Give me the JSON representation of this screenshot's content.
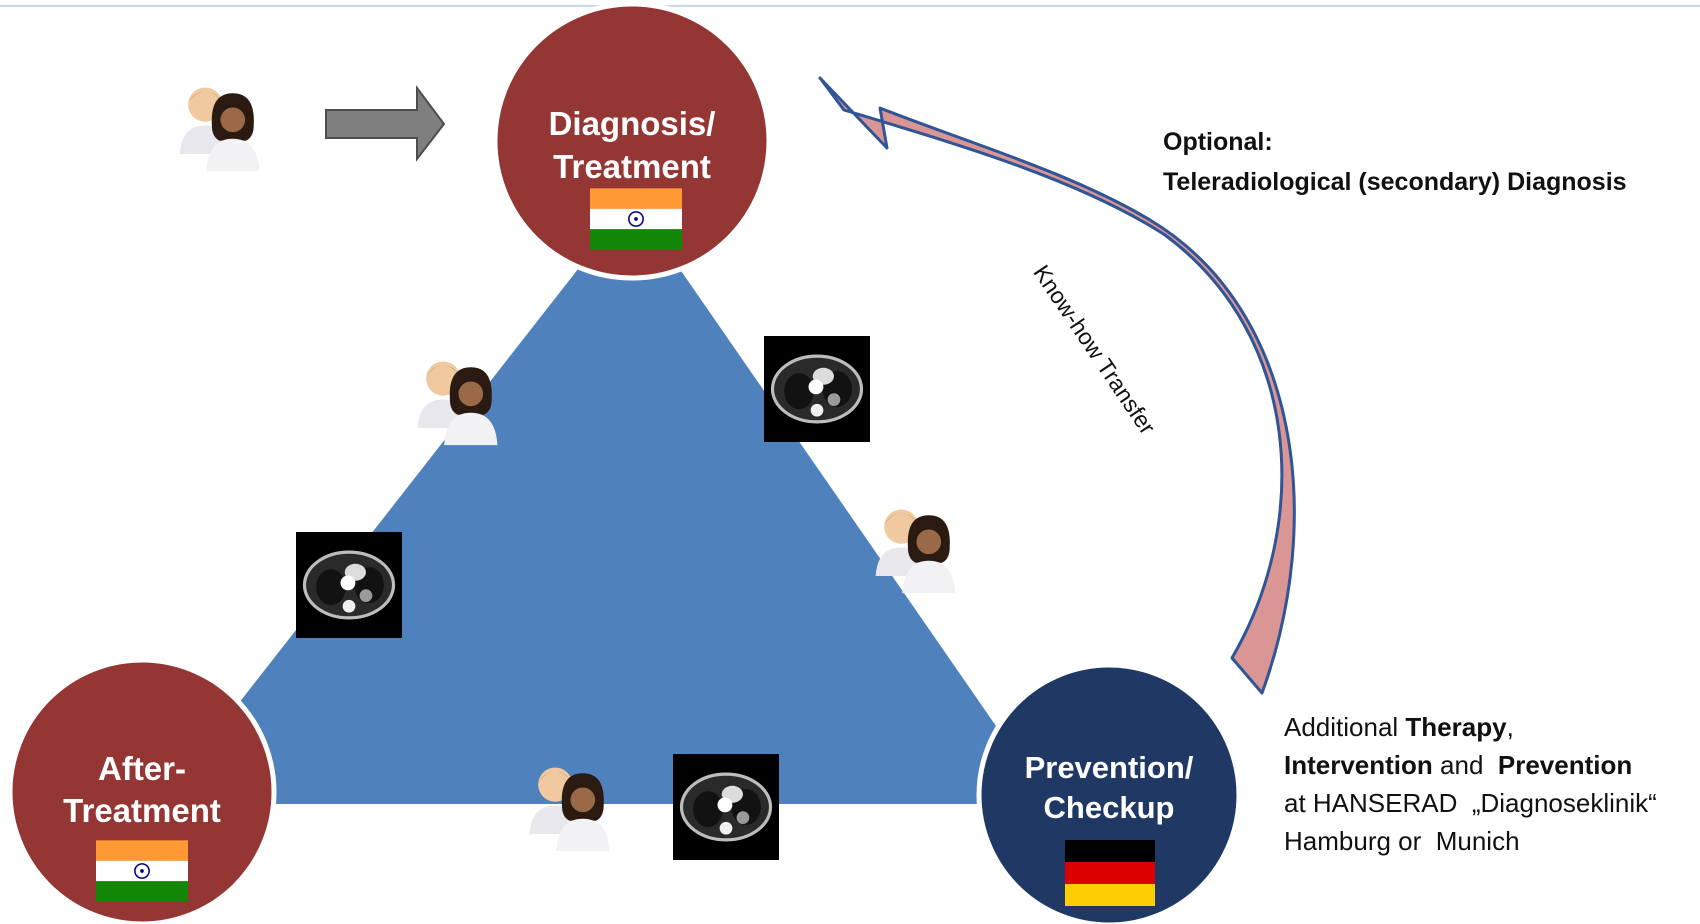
{
  "colors": {
    "triangle": "#4f81bd",
    "node_india": "#943634",
    "node_germany": "#1f3864",
    "node_border": "#ffffff",
    "arrow_fill": "#d99694",
    "arrow_stroke": "#2f5597",
    "gray_arrow": "#7f7f7f",
    "top_rule": "#c9d9e6"
  },
  "nodes": {
    "diagnosis": {
      "line1": "Diagnosis/",
      "line2": "Treatment",
      "flag": "india-flag"
    },
    "after": {
      "line1": "After-",
      "line2": "Treatment",
      "flag": "india-flag"
    },
    "prevention": {
      "line1": "Prevention/",
      "line2": "Checkup",
      "flag": "germany-flag"
    }
  },
  "curved_arrow": {
    "label": "Know-how Transfer"
  },
  "optional_note": {
    "line1": "Optional:",
    "line2": "Teleradiological (secondary) Diagnosis"
  },
  "additional_note": {
    "l1_a": "Additional ",
    "l1_b": "Therapy",
    "l1_c": ",",
    "l2_a": "Intervention",
    "l2_b": " and  ",
    "l2_c": "Prevention",
    "l3": "at HANSERAD  „Diagnoseklinik“",
    "l4": "Hamburg or  Munich"
  },
  "icons": {
    "patients": "patients-icon",
    "ct_scan": "ct-scan-icon",
    "process_arrow": "arrow-right-icon"
  }
}
